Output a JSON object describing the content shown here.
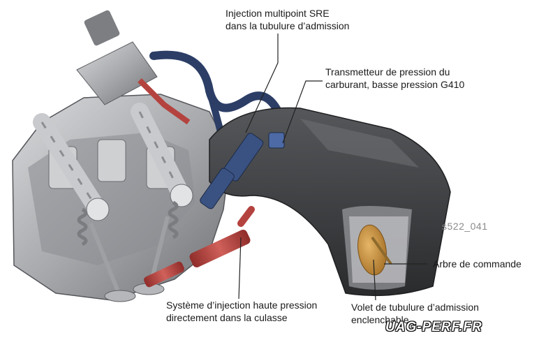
{
  "figure_code": "s522_041",
  "labels": {
    "sre": [
      "Injection multipoint SRE",
      "dans la tubulure d’admission"
    ],
    "g410": [
      "Transmetteur de pression du",
      "carburant, basse pression G410"
    ],
    "arbre": [
      "Arbre de commande"
    ],
    "injection_hp": [
      "Système d’injection haute pression",
      "directement dans la culasse"
    ],
    "volet": [
      "Volet de tubulure d’admission",
      "enclenchable"
    ]
  },
  "watermark": "UAG-PERF.FR",
  "colors": {
    "metal": "#b9bbbe",
    "metal_dark": "#6e7074",
    "manifold": "#3a3b3e",
    "fuel_line_blue": "#2c3e66",
    "hp_red": "#b4433f",
    "flap": "#c8923e",
    "leader": "#222222"
  }
}
